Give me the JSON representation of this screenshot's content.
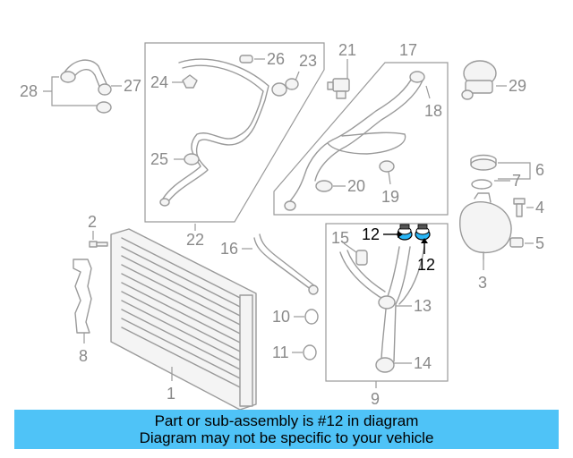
{
  "banner": {
    "line1": "Part or sub-assembly is #12 in diagram",
    "line2": "Diagram may not be specific to your vehicle",
    "color": "#4fc3f7"
  },
  "callouts": {
    "c1": "1",
    "c2": "2",
    "c3": "3",
    "c4": "4",
    "c5": "5",
    "c6": "6",
    "c7": "7",
    "c8": "8",
    "c9": "9",
    "c10": "10",
    "c11": "11",
    "c12a": "12",
    "c12b": "12",
    "c13": "13",
    "c14": "14",
    "c15": "15",
    "c16": "16",
    "c17": "17",
    "c18": "18",
    "c19": "19",
    "c20": "20",
    "c21": "21",
    "c22": "22",
    "c23": "23",
    "c24": "24",
    "c25": "25",
    "c26": "26",
    "c27": "27",
    "c28": "28",
    "c29": "29"
  },
  "highlight_color": "#29b6f6"
}
